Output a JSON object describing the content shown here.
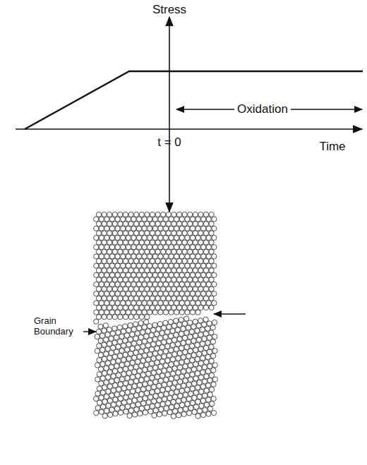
{
  "diagram": {
    "labels": [
      "Stress",
      "Time",
      "t = 0",
      "Oxidation",
      "Grain Boundary"
    ]
  }
}
